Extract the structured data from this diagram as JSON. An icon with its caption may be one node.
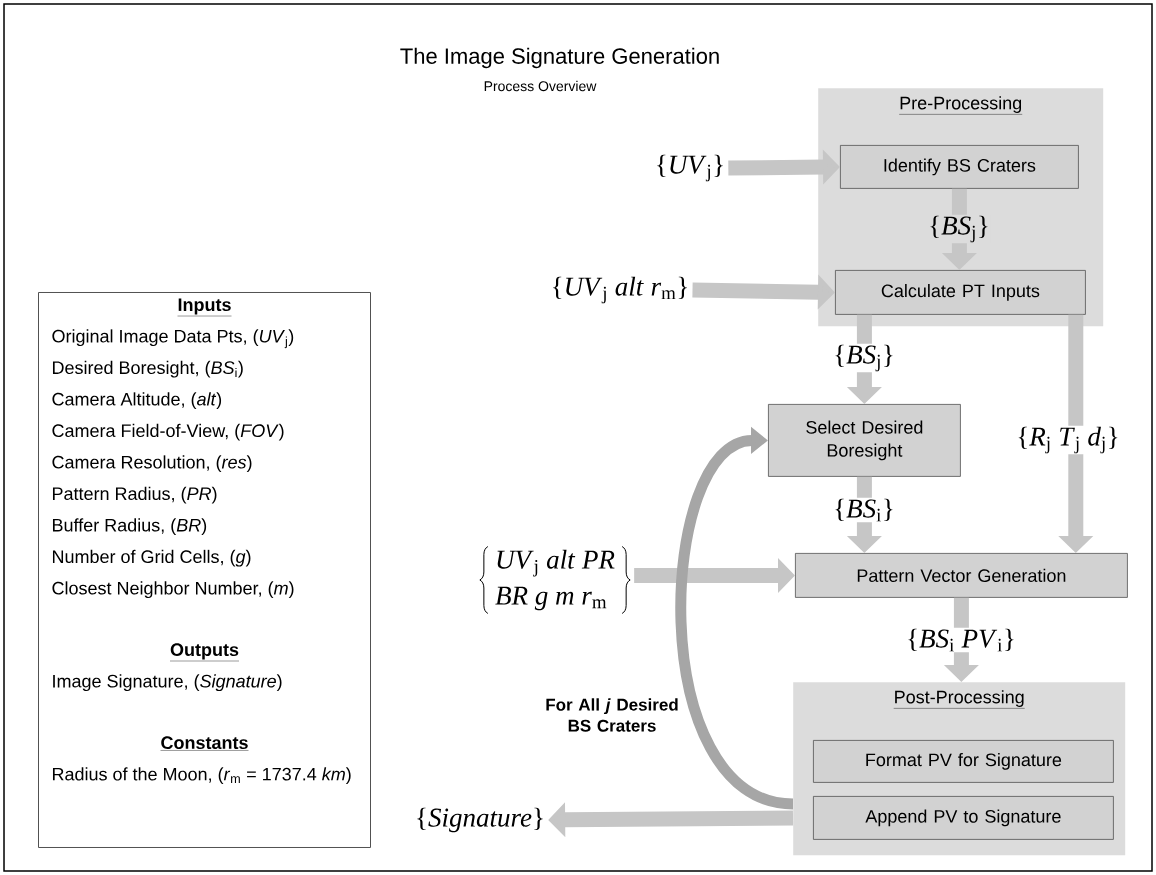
{
  "diagram": {
    "title": "The Image Signature Generation",
    "nodes": [
      {
        "text": [
          "Pre-Processing"
        ]
      },
      {
        "text": [
          "Identify BS Craters"
        ],
        "in": 0
      },
      {
        "text": [
          "Calculate PT Inputs"
        ],
        "in": 0
      },
      {
        "text": [
          "Select Desired Boresight"
        ]
      },
      {
        "text": [
          "Pattern Vector Generation"
        ]
      },
      {
        "text": [
          "Post-Processing"
        ]
      },
      {
        "text": [
          "Format PV for Signature"
        ],
        "in": 5
      },
      {
        "text": [
          "Append PV to Signature"
        ],
        "in": 5
      },
      {
        "text": [
          "{*UV*$_{j}$}"
        ]
      },
      {
        "text": [
          "{*UV*$_{j}$ *alt* *r*$_{m}$}"
        ]
      },
      {
        "text": [
          "*UV*$_{j}$ *alt* *PR*",
          "*BR* *g* *m* *r*$_{m}$"
        ]
      },
      {
        "text": [
          "{*Signature*}"
        ]
      },
      {
        "text": [
          "Inputs",
          "Original Image Data Pts, (*UV*$_{j}$)",
          "Desired Boresight, (*BS*$_{i}$)",
          "Camera Altitude, (*alt*)",
          "Camera Field-of-View, (*FOV*)",
          "Camera Resolution, (*res*)",
          "Pattern Radius, (*PR*)",
          "Buffer Radius, (*BR*)",
          "Number of Grid Cells, (*g*)",
          "Closest Neighbor Number, (*m*)",
          "Outputs",
          "Image Signature, (*Signature*)",
          "Constants",
          "Radius of the Moon, (*r*$_{m}$ = 1737.4 *km*)"
        ]
      }
    ],
    "edges": [
      {
        "from": 8,
        "to": 1,
        "arrow": "to"
      },
      {
        "from": 1,
        "to": 2,
        "arrow": "to",
        "label": "{*BS*$_{j}$}"
      },
      {
        "from": 9,
        "to": 2,
        "arrow": "to"
      },
      {
        "from": 2,
        "to": 3,
        "arrow": "to",
        "label": "{*BS*$_{j}$}"
      },
      {
        "from": 2,
        "to": 4,
        "arrow": "to",
        "label": "{*R*$_{j}$ *T*$_{j}$ *d*$_{j}$}"
      },
      {
        "from": 3,
        "to": 4,
        "arrow": "to",
        "label": "{*BS*$_{i}$}"
      },
      {
        "from": 10,
        "to": 4,
        "arrow": "to"
      },
      {
        "from": 4,
        "to": 5,
        "arrow": "to",
        "label": "{*BS*$_{i}$ *PV*$_{i}$}"
      },
      {
        "from": 5,
        "to": 11,
        "arrow": "to"
      },
      {
        "from": 5,
        "to": 3,
        "arrow": "to",
        "label": "For All *j* Desired BS Craters",
        "color": "#a6a6a6"
      }
    ],
    "labels": [
      "Process Overview"
    ]
  }
}
